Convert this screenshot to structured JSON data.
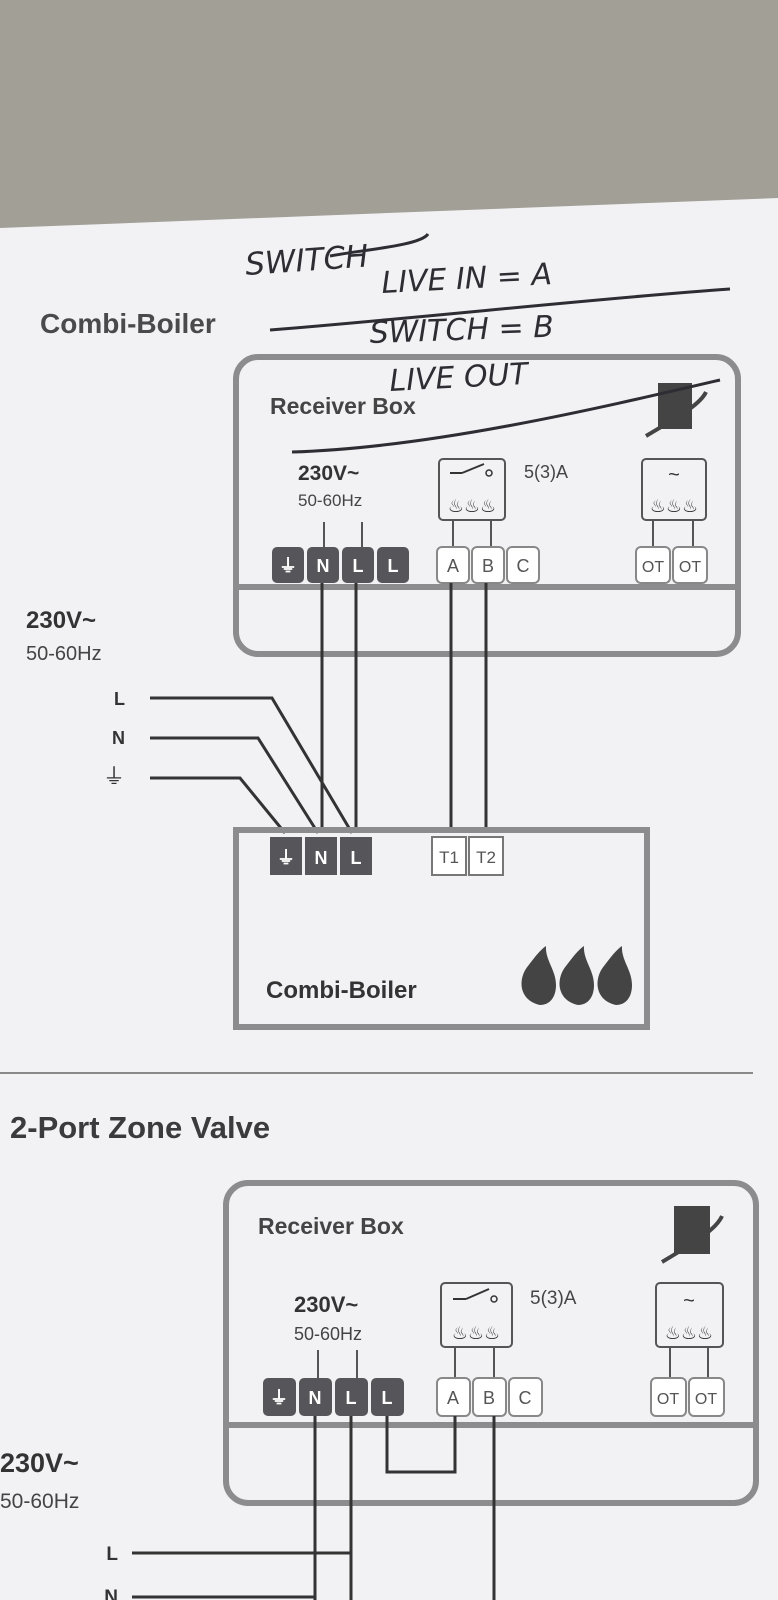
{
  "handwritten_notes": {
    "line1": "SWITCH",
    "line2": "LIVE IN = A",
    "line3": "SWITCH = B",
    "line4": "LIVE OUT"
  },
  "section1": {
    "title": "Combi-Boiler",
    "receiver": {
      "title": "Receiver Box",
      "voltage": "230V~",
      "frequency": "50-60Hz",
      "relay_rating": "5(3)A",
      "power_terminals": [
        "⏚",
        "N",
        "L",
        "L"
      ],
      "relay_terminals": [
        "A",
        "B",
        "C"
      ],
      "ot_terminals": [
        "OT",
        "OT"
      ]
    },
    "supply": {
      "voltage": "230V~",
      "frequency": "50-60Hz",
      "labels": [
        "L",
        "N",
        "⏚"
      ]
    },
    "boiler": {
      "title": "Combi-Boiler",
      "power_terminals": [
        "⏚",
        "N",
        "L"
      ],
      "thermostat_terminals": [
        "T1",
        "T2"
      ]
    }
  },
  "section2": {
    "title": "2-Port Zone Valve",
    "receiver": {
      "title": "Receiver Box",
      "voltage": "230V~",
      "frequency": "50-60Hz",
      "relay_rating": "5(3)A",
      "power_terminals": [
        "⏚",
        "N",
        "L",
        "L"
      ],
      "relay_terminals": [
        "A",
        "B",
        "C"
      ],
      "ot_terminals": [
        "OT",
        "OT"
      ]
    },
    "supply": {
      "voltage": "230V~",
      "frequency": "50-60Hz",
      "labels": [
        "L",
        "N"
      ]
    }
  },
  "colors": {
    "background": "#a29f97",
    "paper": "#f2f2f4",
    "ink": "#3b3b3d",
    "box_outline": "#8c8c8e",
    "terminal_dark": "#55555a",
    "pen": "#2d2d33"
  }
}
